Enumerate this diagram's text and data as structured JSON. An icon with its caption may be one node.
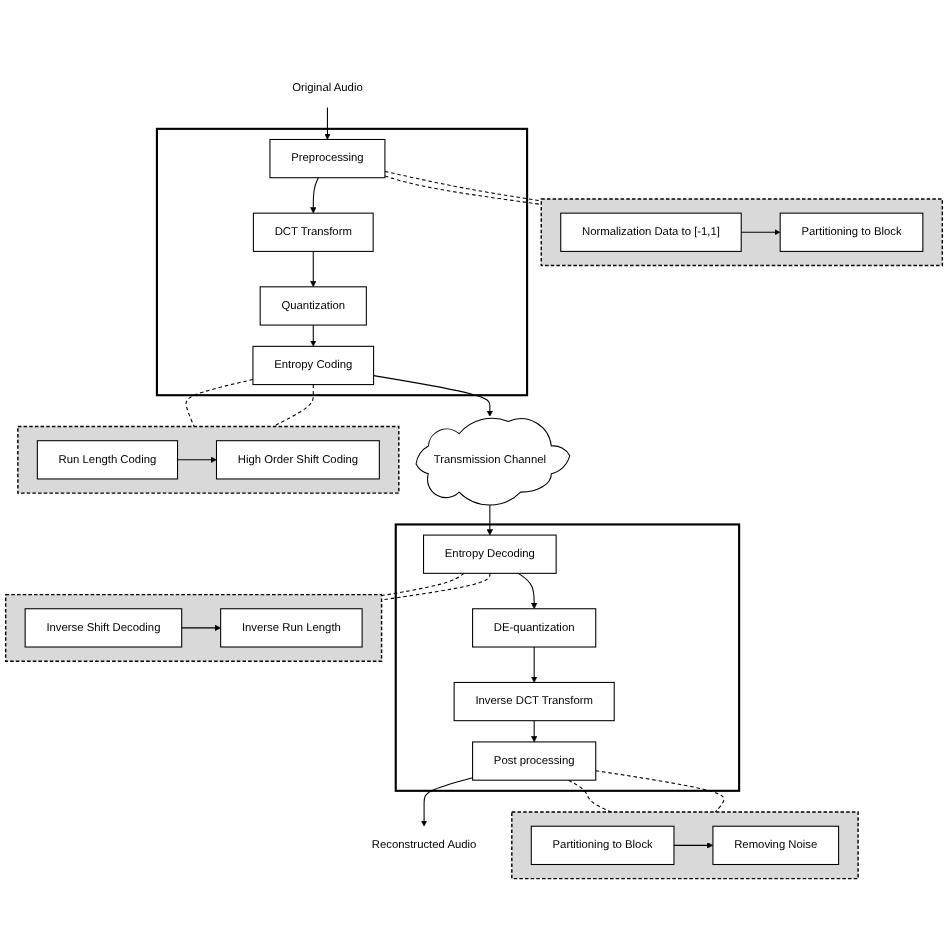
{
  "diagram": {
    "nodes": [
      {
        "text": [],
        "shape": "box"
      },
      {
        "text": [
          "Normalization Data to [-1,1]"
        ],
        "in": 0
      },
      {
        "text": [
          "Partitioning to Block"
        ],
        "in": 0
      },
      {
        "text": [],
        "shape": "box"
      },
      {
        "text": [
          "Run Length Coding"
        ],
        "in": 3
      },
      {
        "text": [
          "High Order Shift Coding"
        ],
        "in": 3
      },
      {
        "text": [
          "Original Audio"
        ]
      },
      {
        "text": [],
        "shape": "box"
      },
      {
        "text": [
          "Preprocessing"
        ],
        "in": 7
      },
      {
        "text": [
          "DCT Transform"
        ],
        "in": 7
      },
      {
        "text": [
          "Quantization"
        ],
        "in": 7
      },
      {
        "text": [
          "Entropy Coding"
        ],
        "in": 7
      },
      {
        "text": [
          "Transmission Channel"
        ]
      },
      {
        "text": [
          "Reconstructed Audio"
        ]
      },
      {
        "text": [],
        "shape": "box"
      },
      {
        "text": [
          "Entropy Decoding"
        ],
        "in": 14
      },
      {
        "text": [
          "DE-quantization"
        ],
        "in": 14
      },
      {
        "text": [
          "Inverse DCT Transform"
        ],
        "in": 14
      },
      {
        "text": [
          "Post processing"
        ],
        "in": 14
      },
      {
        "text": [],
        "shape": "box"
      },
      {
        "text": [
          "Removing Noise"
        ],
        "in": 19
      },
      {
        "text": [
          "Partitioning to Block"
        ],
        "in": 19
      },
      {
        "text": [],
        "shape": "box"
      },
      {
        "text": [
          "Inverse Run Length"
        ],
        "in": 22
      },
      {
        "text": [
          "Inverse Shift Decoding"
        ],
        "in": 22
      }
    ],
    "edges": [
      {
        "from": 1,
        "to": 2,
        "arrow": "to"
      },
      {
        "from": 4,
        "to": 5,
        "arrow": "to"
      },
      {
        "from": 8,
        "to": 0,
        "arrow": "none",
        "style": "dashed"
      },
      {
        "from": 8,
        "to": 0,
        "arrow": "none",
        "style": "dashed"
      },
      {
        "from": 11,
        "to": 3,
        "arrow": "none",
        "style": "dashed"
      },
      {
        "from": 11,
        "to": 3,
        "arrow": "none",
        "style": "dashed"
      },
      {
        "from": 6,
        "to": 8,
        "arrow": "to"
      },
      {
        "from": 8,
        "to": 9,
        "arrow": "to"
      },
      {
        "from": 9,
        "to": 10,
        "arrow": "to"
      },
      {
        "from": 10,
        "to": 11,
        "arrow": "to"
      },
      {
        "from": 11,
        "to": 12,
        "arrow": "to"
      },
      {
        "from": 12,
        "to": 15,
        "arrow": "to"
      },
      {
        "from": 15,
        "to": 16,
        "arrow": "to"
      },
      {
        "from": 16,
        "to": 17,
        "arrow": "to"
      },
      {
        "from": 17,
        "to": 18,
        "arrow": "to"
      },
      {
        "from": 18,
        "to": 13,
        "arrow": "to"
      },
      {
        "from": 18,
        "to": 19,
        "arrow": "none",
        "style": "dashed"
      },
      {
        "from": 18,
        "to": 19,
        "arrow": "none",
        "style": "dashed"
      },
      {
        "from": 15,
        "to": 22,
        "arrow": "none",
        "style": "dashed"
      },
      {
        "from": 15,
        "to": 22,
        "arrow": "none",
        "style": "dashed"
      },
      {
        "from": 21,
        "to": 20,
        "arrow": "to"
      },
      {
        "from": 24,
        "to": 23,
        "arrow": "to"
      }
    ]
  }
}
